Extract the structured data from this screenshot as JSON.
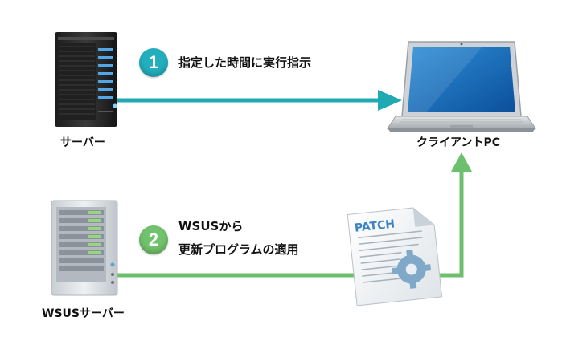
{
  "colors": {
    "teal": "#1fa9b3",
    "green": "#6cc06d",
    "badge_teal": "#23aebd",
    "badge_green": "#71c26c"
  },
  "nodes": {
    "server": {
      "label": "サーバー",
      "icon": "dark-rack-server-icon"
    },
    "wsus": {
      "label": "WSUSサーバー",
      "icon": "light-tower-server-icon"
    },
    "client": {
      "label": "クライアントPC",
      "icon": "laptop-icon"
    },
    "patch": {
      "label": "PATCH",
      "icon": "patch-document-icon"
    }
  },
  "steps": [
    {
      "number": "1",
      "text": "指定した時間に実行指示"
    },
    {
      "number": "2",
      "line1": "WSUSから",
      "line2": "更新プログラムの適用"
    }
  ]
}
